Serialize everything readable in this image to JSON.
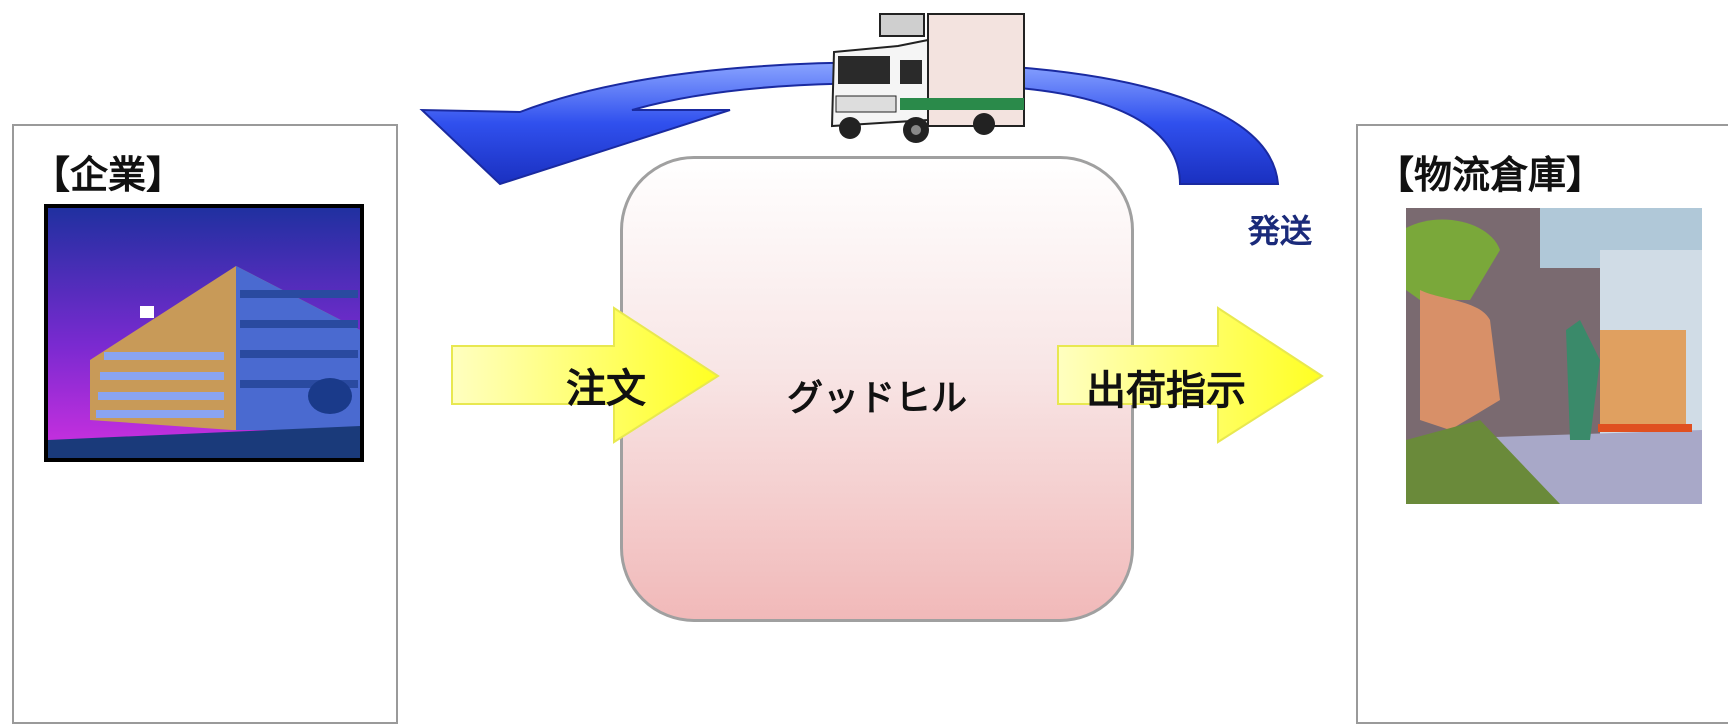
{
  "left_panel": {
    "title": "【企業】",
    "image_icon": "office-building-icon"
  },
  "right_panel": {
    "title": "【物流倉庫】",
    "image_icon": "warehouse-worker-icon"
  },
  "center": {
    "label": "グッドヒル"
  },
  "arrows": {
    "order_label": "注文",
    "instruction_label": "出荷指示",
    "ship_label": "発送",
    "truck_icon": "delivery-truck-icon"
  },
  "colors": {
    "yellow_arrow": "#ffff33",
    "blue_arrow": "#3355ee",
    "ship_text": "#1a2a7a",
    "center_gradient_bottom": "#f1b9b9"
  }
}
